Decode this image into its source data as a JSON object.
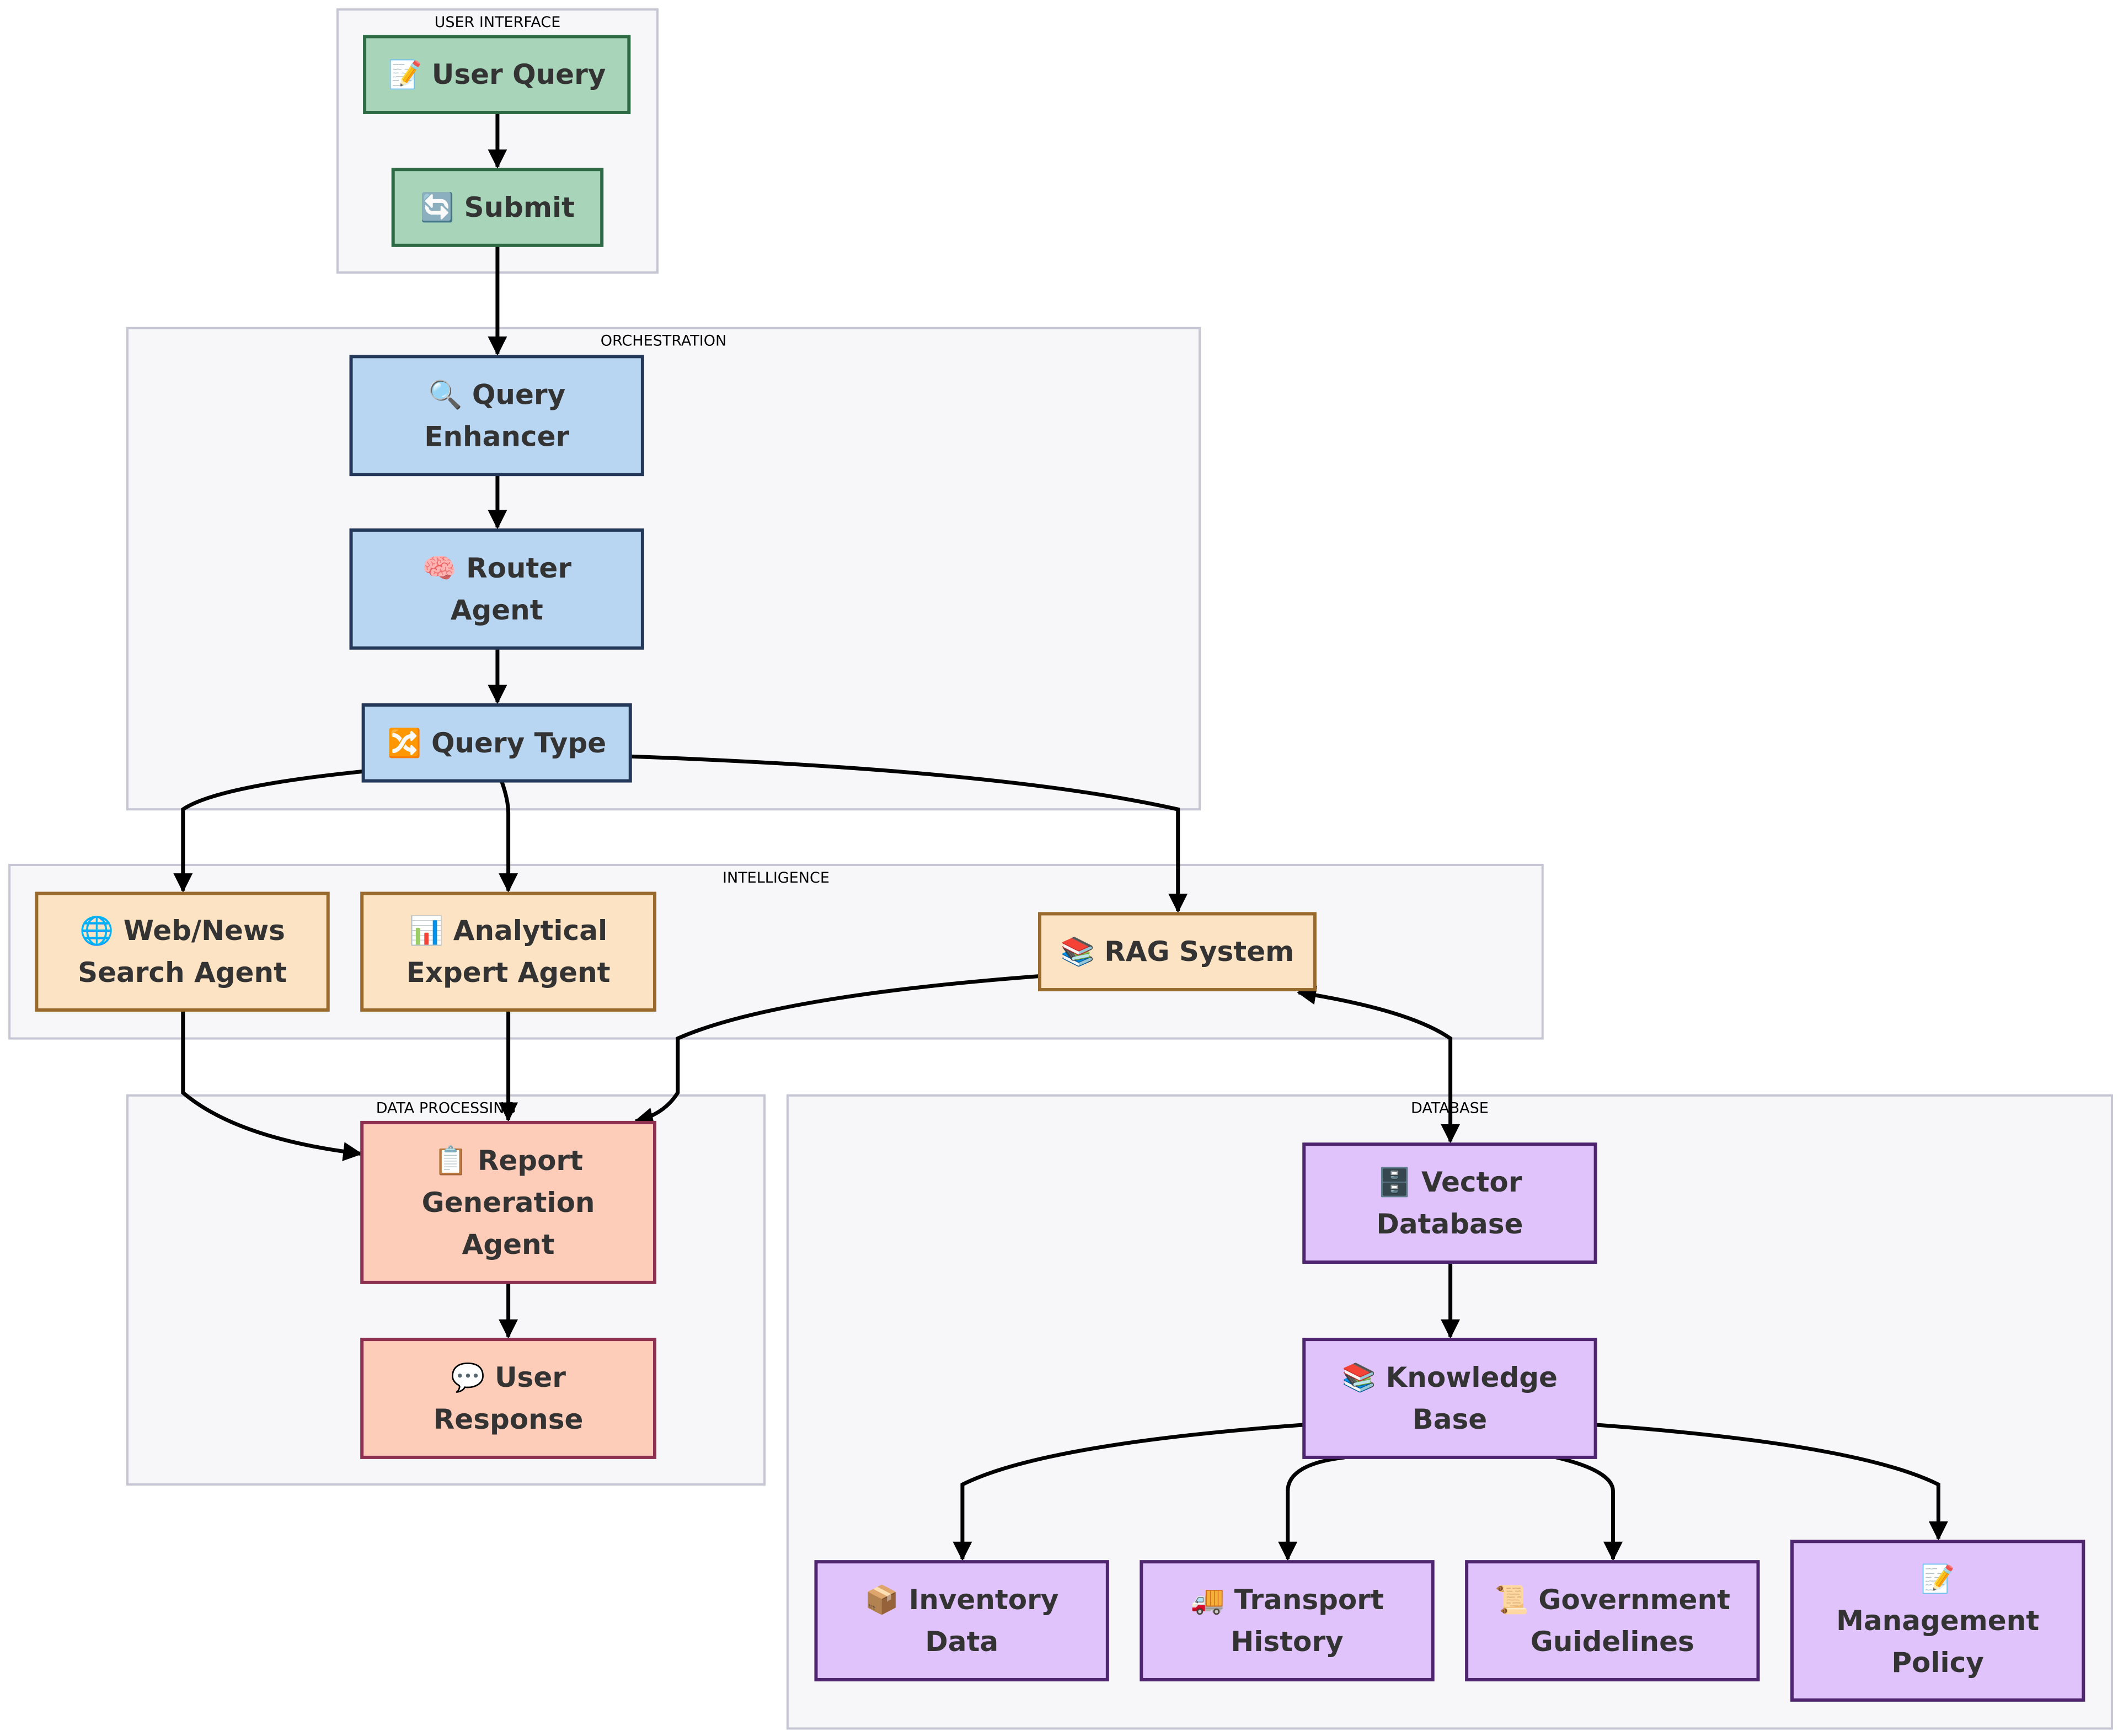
{
  "groups": [
    {
      "id": "ui",
      "label": "USER INTERFACE"
    },
    {
      "id": "orch",
      "label": "ORCHESTRATION"
    },
    {
      "id": "intel",
      "label": "INTELLIGENCE"
    },
    {
      "id": "proc",
      "label": "DATA PROCESSING"
    },
    {
      "id": "db",
      "label": "DATABASE"
    }
  ],
  "nodes": [
    {
      "id": "user_query",
      "group": "ui",
      "lines": [
        "📝 User Query"
      ]
    },
    {
      "id": "submit",
      "group": "ui",
      "lines": [
        "🔄 Submit"
      ]
    },
    {
      "id": "query_enhancer",
      "group": "orch",
      "lines": [
        "🔍 Query",
        "Enhancer"
      ]
    },
    {
      "id": "router_agent",
      "group": "orch",
      "lines": [
        "🧠 Router",
        "Agent"
      ]
    },
    {
      "id": "query_type",
      "group": "orch",
      "lines": [
        "🔀 Query Type"
      ]
    },
    {
      "id": "web_news",
      "group": "intel",
      "lines": [
        "🌐 Web/News",
        "Search Agent"
      ]
    },
    {
      "id": "analytical",
      "group": "intel",
      "lines": [
        "📊 Analytical",
        "Expert Agent"
      ]
    },
    {
      "id": "rag",
      "group": "intel",
      "lines": [
        "📚 RAG System"
      ]
    },
    {
      "id": "report",
      "group": "proc",
      "lines": [
        "📋 Report",
        "Generation",
        "Agent"
      ]
    },
    {
      "id": "user_response",
      "group": "proc",
      "lines": [
        "💬 User",
        "Response"
      ]
    },
    {
      "id": "vector_db",
      "group": "db",
      "lines": [
        "🗄️ Vector",
        "Database"
      ]
    },
    {
      "id": "knowledge_base",
      "group": "db",
      "lines": [
        "📚 Knowledge",
        "Base"
      ]
    },
    {
      "id": "inventory",
      "group": "db",
      "lines": [
        "📦 Inventory",
        "Data"
      ]
    },
    {
      "id": "transport",
      "group": "db",
      "lines": [
        "🚚 Transport",
        "History"
      ]
    },
    {
      "id": "government",
      "group": "db",
      "lines": [
        "📜 Government",
        "Guidelines"
      ]
    },
    {
      "id": "management",
      "group": "db",
      "lines": [
        "📝",
        "Management",
        "Policy"
      ]
    }
  ],
  "edges": [
    {
      "from": "user_query",
      "to": "submit"
    },
    {
      "from": "submit",
      "to": "query_enhancer"
    },
    {
      "from": "query_enhancer",
      "to": "router_agent"
    },
    {
      "from": "router_agent",
      "to": "query_type"
    },
    {
      "from": "query_type",
      "to": "web_news"
    },
    {
      "from": "query_type",
      "to": "analytical"
    },
    {
      "from": "query_type",
      "to": "rag"
    },
    {
      "from": "web_news",
      "to": "report"
    },
    {
      "from": "analytical",
      "to": "report"
    },
    {
      "from": "rag",
      "to": "report"
    },
    {
      "from": "rag",
      "to": "vector_db",
      "bidirectional": true
    },
    {
      "from": "report",
      "to": "user_response"
    },
    {
      "from": "vector_db",
      "to": "knowledge_base"
    },
    {
      "from": "knowledge_base",
      "to": "inventory"
    },
    {
      "from": "knowledge_base",
      "to": "transport"
    },
    {
      "from": "knowledge_base",
      "to": "government"
    },
    {
      "from": "knowledge_base",
      "to": "management"
    }
  ],
  "colors": {
    "ui": {
      "fill": "#a8d5ba",
      "stroke": "#2e6b45"
    },
    "orch": {
      "fill": "#b8d6f2",
      "stroke": "#24395a"
    },
    "intel": {
      "fill": "#fce3c3",
      "stroke": "#9a6a2d"
    },
    "proc": {
      "fill": "#fdcdb9",
      "stroke": "#8e3050"
    },
    "db": {
      "fill": "#e1c3fb",
      "stroke": "#4f2570"
    },
    "group_fill": "#f7f7fa",
    "group_stroke": "#c6c5d4",
    "text": "#333333",
    "edge": "#000000"
  }
}
